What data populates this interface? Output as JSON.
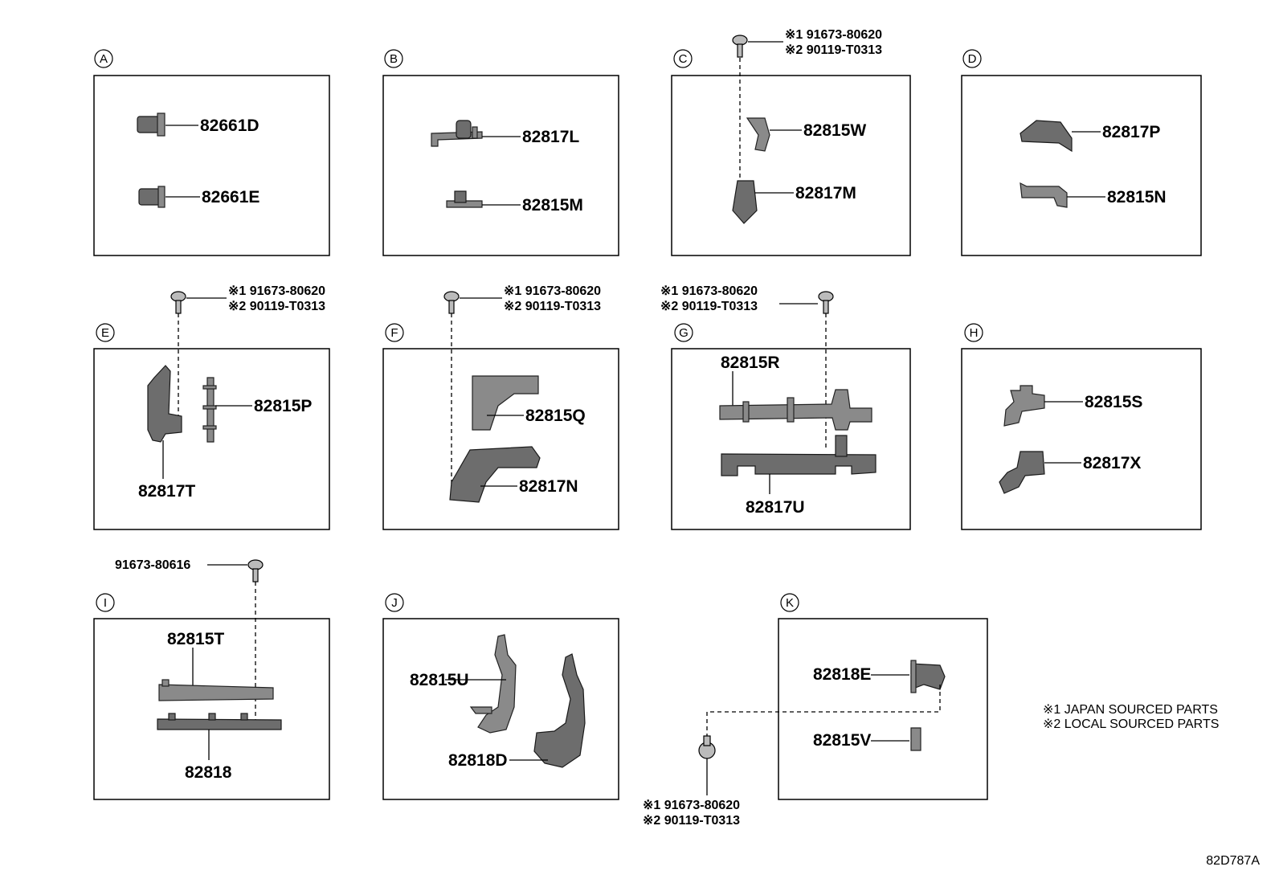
{
  "sections": [
    {
      "id": "A",
      "parts": [
        "82661D",
        "82661E"
      ]
    },
    {
      "id": "B",
      "parts": [
        "82817L",
        "82815M"
      ]
    },
    {
      "id": "C",
      "parts": [
        "82815W",
        "82817M"
      ],
      "fastener": [
        "※1 91673-80620",
        "※2 90119-T0313"
      ]
    },
    {
      "id": "D",
      "parts": [
        "82817P",
        "82815N"
      ]
    },
    {
      "id": "E",
      "parts": [
        "82815P",
        "82817T"
      ],
      "fastener": [
        "※1 91673-80620",
        "※2 90119-T0313"
      ]
    },
    {
      "id": "F",
      "parts": [
        "82815Q",
        "82817N"
      ],
      "fastener": [
        "※1 91673-80620",
        "※2 90119-T0313"
      ]
    },
    {
      "id": "G",
      "parts": [
        "82815R",
        "82817U"
      ],
      "fastener": [
        "※1 91673-80620",
        "※2 90119-T0313"
      ]
    },
    {
      "id": "H",
      "parts": [
        "82815S",
        "82817X"
      ]
    },
    {
      "id": "I",
      "parts": [
        "82815T",
        "82818"
      ],
      "fastener": [
        "91673-80616"
      ]
    },
    {
      "id": "J",
      "parts": [
        "82815U",
        "82818D"
      ]
    },
    {
      "id": "K",
      "parts": [
        "82818E",
        "82815V"
      ],
      "fastener": [
        "※1 91673-80620",
        "※2 90119-T0313"
      ]
    }
  ],
  "notes": [
    "※1 JAPAN SOURCED PARTS",
    "※2 LOCAL SOURCED PARTS"
  ],
  "diagram_code": "82D787A"
}
